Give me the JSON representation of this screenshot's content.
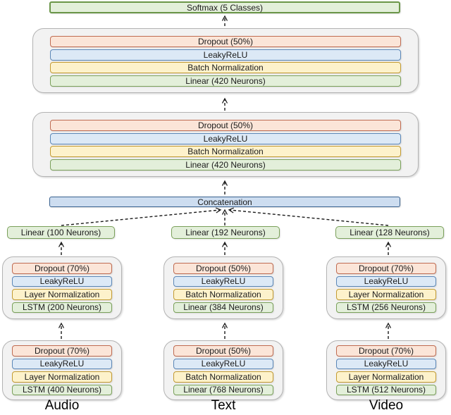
{
  "diagram_type": "neural-network-architecture",
  "colors": {
    "dropout_fill": "#fbe5d8",
    "dropout_border": "#bf6b51",
    "activation_fill": "#dce9f6",
    "activation_border": "#5b87b7",
    "normalization_fill": "#fdf2cb",
    "normalization_border": "#c39b32",
    "dense_fill": "#e3efda",
    "dense_border": "#7aa05a",
    "concat_fill": "#cdddf0",
    "concat_border": "#39618f",
    "group_fill": "#f2f2f2",
    "group_border": "#b3b3b3",
    "arrow": "#1a1a1a"
  },
  "output_layer": {
    "label": "Softmax (5 Classes)"
  },
  "fusion_blocks": [
    {
      "dropout": "Dropout (50%)",
      "activation": "LeakyReLU",
      "normalization": "Batch Normalization",
      "dense": "Linear (420 Neurons)"
    },
    {
      "dropout": "Dropout (50%)",
      "activation": "LeakyReLU",
      "normalization": "Batch Normalization",
      "dense": "Linear (420 Neurons)"
    }
  ],
  "concatenation": {
    "label": "Concatenation"
  },
  "branches": [
    {
      "name": "Audio",
      "projection": "Linear (100 Neurons)",
      "upper_block": {
        "dropout": "Dropout (70%)",
        "activation": "LeakyReLU",
        "normalization": "Layer Normalization",
        "dense": "LSTM (200 Neurons)"
      },
      "lower_block": {
        "dropout": "Dropout (70%)",
        "activation": "LeakyReLU",
        "normalization": "Layer Normalization",
        "dense": "LSTM (400 Neurons)"
      }
    },
    {
      "name": "Text",
      "projection": "Linear (192 Neurons)",
      "upper_block": {
        "dropout": "Dropout (50%)",
        "activation": "LeakyReLU",
        "normalization": "Batch Normalization",
        "dense": "Linear (384 Neurons)"
      },
      "lower_block": {
        "dropout": "Dropout (50%)",
        "activation": "LeakyReLU",
        "normalization": "Batch Normalization",
        "dense": "Linear (768 Neurons)"
      }
    },
    {
      "name": "Video",
      "projection": "Linear (128 Neurons)",
      "upper_block": {
        "dropout": "Dropout (70%)",
        "activation": "LeakyReLU",
        "normalization": "Layer Normalization",
        "dense": "LSTM (256 Neurons)"
      },
      "lower_block": {
        "dropout": "Dropout (70%)",
        "activation": "LeakyReLU",
        "normalization": "Layer Normalization",
        "dense": "LSTM (512 Neurons)"
      }
    }
  ]
}
